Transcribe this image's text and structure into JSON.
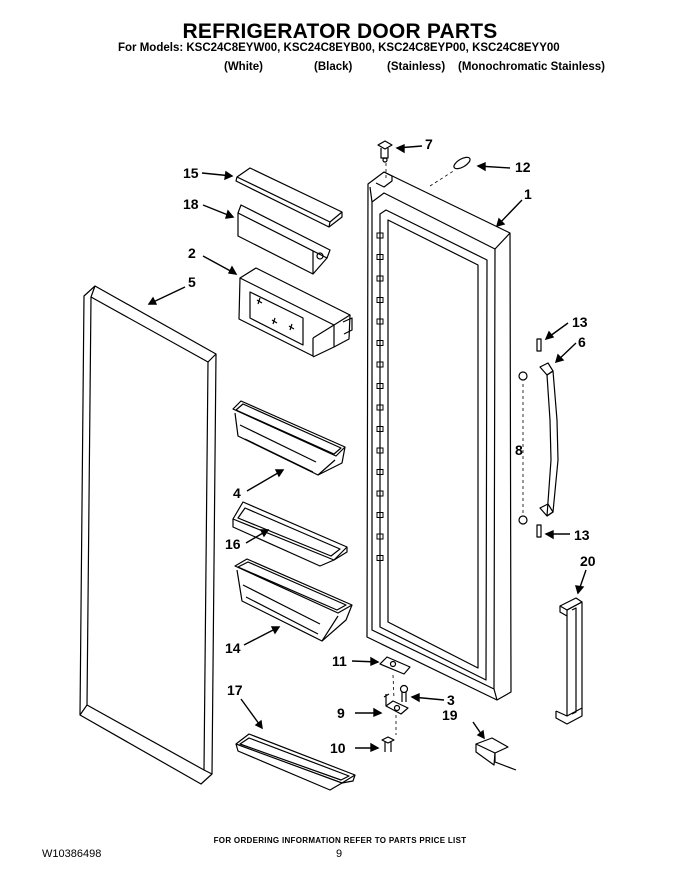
{
  "header": {
    "title": "REFRIGERATOR DOOR PARTS",
    "models_line": "For Models: KSC24C8EYW00, KSC24C8EYB00, KSC24C8EYP00, KSC24C8EYY00",
    "finishes": [
      "(White)",
      "(Black)",
      "(Stainless)",
      "(Monochromatic Stainless)"
    ]
  },
  "callouts": {
    "c1": "1",
    "c2": "2",
    "c3": "3",
    "c4": "4",
    "c5": "5",
    "c6": "6",
    "c7": "7",
    "c8": "8",
    "c9": "9",
    "c10": "10",
    "c11": "11",
    "c12": "12",
    "c13a": "13",
    "c13b": "13",
    "c14": "14",
    "c15": "15",
    "c16": "16",
    "c17": "17",
    "c18": "18",
    "c19": "19",
    "c20": "20"
  },
  "footer": {
    "ordering_note": "FOR ORDERING INFORMATION REFER TO PARTS PRICE LIST",
    "doc_number": "W10386498",
    "page_number": "9"
  }
}
